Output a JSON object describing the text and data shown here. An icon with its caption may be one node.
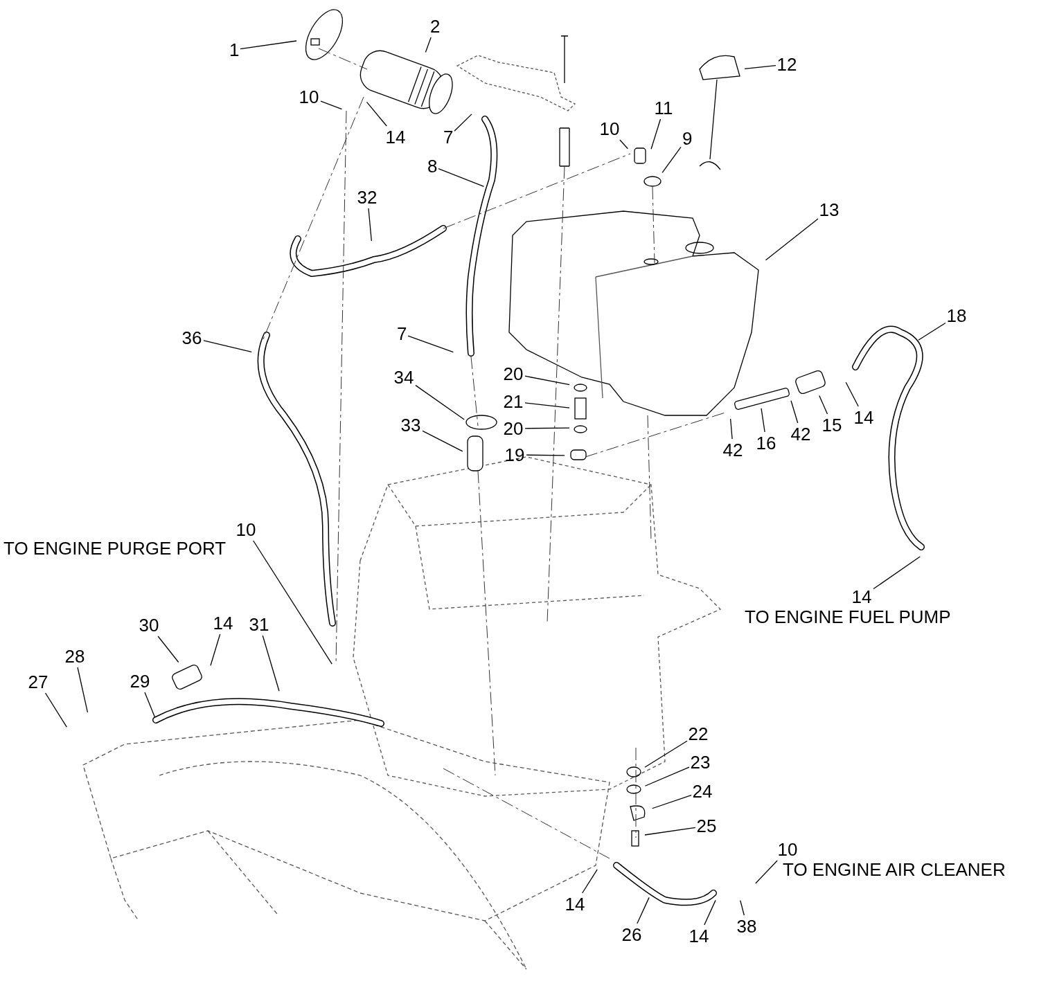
{
  "diagram": {
    "nodes": [
      {
        "text": [
          "1"
        ]
      },
      {
        "text": [
          "2"
        ]
      },
      {
        "text": [
          "10"
        ]
      },
      {
        "text": [
          "14"
        ]
      },
      {
        "text": [
          "7"
        ]
      },
      {
        "text": [
          "8"
        ]
      },
      {
        "text": [
          "32"
        ]
      },
      {
        "text": [
          "36"
        ]
      },
      {
        "text": [
          "12"
        ]
      },
      {
        "text": [
          "11"
        ]
      },
      {
        "text": [
          "10"
        ]
      },
      {
        "text": [
          "9"
        ]
      },
      {
        "text": [
          "13"
        ]
      },
      {
        "text": [
          "18"
        ]
      },
      {
        "text": [
          "7"
        ]
      },
      {
        "text": [
          "34"
        ]
      },
      {
        "text": [
          "33"
        ]
      },
      {
        "text": [
          "20"
        ]
      },
      {
        "text": [
          "21"
        ]
      },
      {
        "text": [
          "20"
        ]
      },
      {
        "text": [
          "19"
        ]
      },
      {
        "text": [
          "42"
        ]
      },
      {
        "text": [
          "16"
        ]
      },
      {
        "text": [
          "42"
        ]
      },
      {
        "text": [
          "15"
        ]
      },
      {
        "text": [
          "14"
        ]
      },
      {
        "text": [
          "10"
        ]
      },
      {
        "text": [
          "14"
        ]
      },
      {
        "text": [
          "14"
        ]
      },
      {
        "text": [
          "30"
        ]
      },
      {
        "text": [
          "31"
        ]
      },
      {
        "text": [
          "28"
        ]
      },
      {
        "text": [
          "29"
        ]
      },
      {
        "text": [
          "27"
        ]
      },
      {
        "text": [
          "22"
        ]
      },
      {
        "text": [
          "23"
        ]
      },
      {
        "text": [
          "24"
        ]
      },
      {
        "text": [
          "25"
        ]
      },
      {
        "text": [
          "14"
        ]
      },
      {
        "text": [
          "26"
        ]
      },
      {
        "text": [
          "14"
        ]
      },
      {
        "text": [
          "38"
        ]
      },
      {
        "text": [
          "10"
        ]
      }
    ],
    "edges": [
      {
        "from": 0,
        "to": null,
        "arrow": "none"
      },
      {
        "from": 1,
        "to": null,
        "arrow": "none"
      },
      {
        "from": 2,
        "to": null,
        "arrow": "none"
      },
      {
        "from": 3,
        "to": null,
        "arrow": "none"
      },
      {
        "from": 4,
        "to": null,
        "arrow": "none"
      },
      {
        "from": 5,
        "to": null,
        "arrow": "none"
      },
      {
        "from": 6,
        "to": null,
        "arrow": "none"
      },
      {
        "from": 7,
        "to": null,
        "arrow": "none"
      },
      {
        "from": 8,
        "to": null,
        "arrow": "none"
      },
      {
        "from": 9,
        "to": null,
        "arrow": "none"
      },
      {
        "from": 10,
        "to": null,
        "arrow": "none"
      },
      {
        "from": 11,
        "to": null,
        "arrow": "none"
      },
      {
        "from": 12,
        "to": null,
        "arrow": "none"
      },
      {
        "from": 13,
        "to": null,
        "arrow": "none"
      },
      {
        "from": 14,
        "to": null,
        "arrow": "none"
      },
      {
        "from": 15,
        "to": null,
        "arrow": "none"
      },
      {
        "from": 16,
        "to": null,
        "arrow": "none"
      },
      {
        "from": 17,
        "to": null,
        "arrow": "none"
      },
      {
        "from": 18,
        "to": null,
        "arrow": "none"
      },
      {
        "from": 19,
        "to": null,
        "arrow": "none"
      },
      {
        "from": 20,
        "to": null,
        "arrow": "none"
      },
      {
        "from": 21,
        "to": null,
        "arrow": "none"
      },
      {
        "from": 22,
        "to": null,
        "arrow": "none"
      },
      {
        "from": 23,
        "to": null,
        "arrow": "none"
      },
      {
        "from": 24,
        "to": null,
        "arrow": "none"
      },
      {
        "from": 25,
        "to": null,
        "arrow": "none"
      },
      {
        "from": 26,
        "to": null,
        "arrow": "none"
      },
      {
        "from": 27,
        "to": null,
        "arrow": "none"
      },
      {
        "from": 28,
        "to": null,
        "arrow": "none"
      },
      {
        "from": 29,
        "to": null,
        "arrow": "none"
      },
      {
        "from": 30,
        "to": null,
        "arrow": "none"
      },
      {
        "from": 31,
        "to": null,
        "arrow": "none"
      },
      {
        "from": 32,
        "to": null,
        "arrow": "none"
      },
      {
        "from": 33,
        "to": null,
        "arrow": "none"
      },
      {
        "from": 34,
        "to": null,
        "arrow": "none"
      },
      {
        "from": 35,
        "to": null,
        "arrow": "none"
      },
      {
        "from": 36,
        "to": null,
        "arrow": "none"
      },
      {
        "from": 37,
        "to": null,
        "arrow": "none"
      },
      {
        "from": 38,
        "to": null,
        "arrow": "none"
      },
      {
        "from": 39,
        "to": null,
        "arrow": "none"
      },
      {
        "from": 40,
        "to": null,
        "arrow": "none"
      },
      {
        "from": 41,
        "to": null,
        "arrow": "none"
      },
      {
        "from": 42,
        "to": null,
        "arrow": "none"
      }
    ],
    "labels": [
      "TO ENGINE PURGE PORT",
      "TO ENGINE FUEL PUMP",
      "TO ENGINE AIR CLEANER"
    ]
  }
}
